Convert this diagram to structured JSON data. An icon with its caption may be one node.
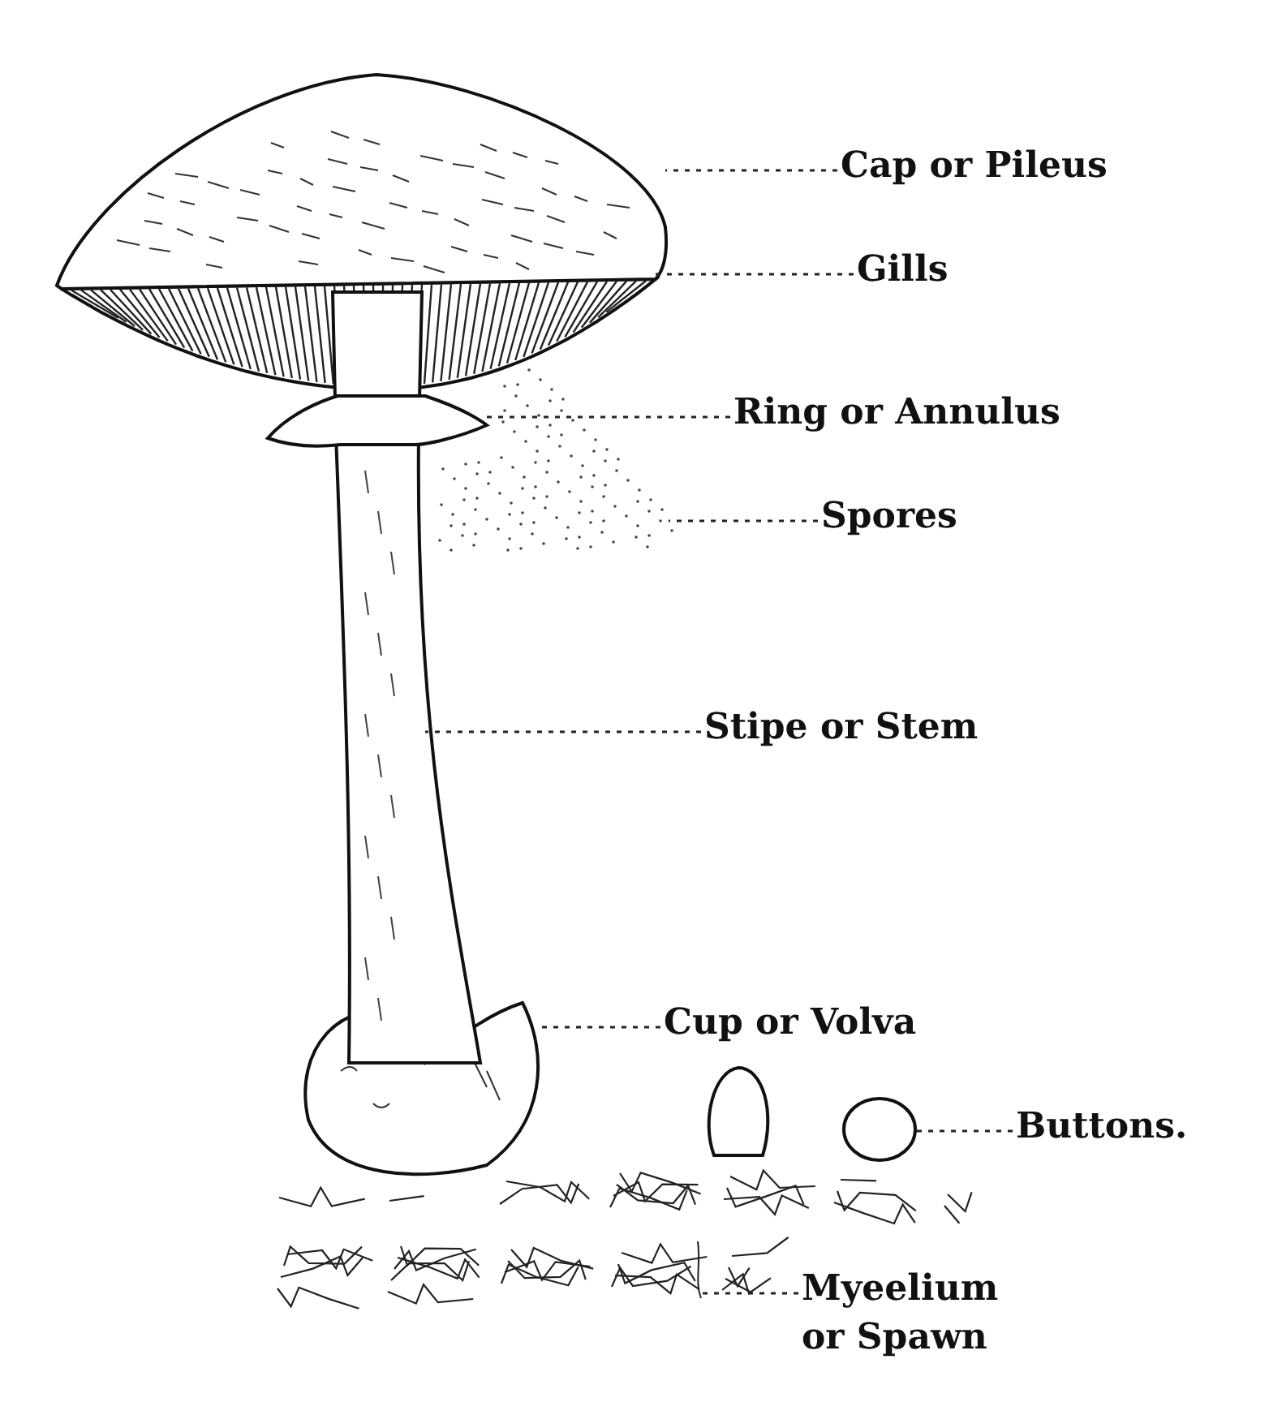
{
  "diagram": {
    "nodes": [
      {
        "text": [
          "Cap or Pileus"
        ]
      },
      {
        "text": [
          "Gills"
        ]
      },
      {
        "text": [
          "Ring or Annulus"
        ]
      },
      {
        "text": [
          "Spores"
        ]
      },
      {
        "text": [
          "Stipe or Stem"
        ]
      },
      {
        "text": [
          "Cup or Volva"
        ]
      },
      {
        "text": [
          "Buttons."
        ]
      },
      {
        "text": [
          "Myeelium or Spawn"
        ]
      },
      {
        "text": [],
        "shape": "picture"
      },
      {
        "text": [],
        "shape": "picture"
      },
      {
        "text": [],
        "shape": "picture"
      },
      {
        "text": [],
        "shape": "picture"
      },
      {
        "text": [],
        "shape": "picture"
      },
      {
        "text": [],
        "shape": "picture"
      },
      {
        "text": [],
        "shape": "picture"
      },
      {
        "text": [],
        "shape": "picture"
      }
    ],
    "edges": [
      {
        "from": 0,
        "to": 8,
        "arrow": "none"
      },
      {
        "from": 1,
        "to": 9,
        "arrow": "none"
      },
      {
        "from": 2,
        "to": 10,
        "arrow": "none"
      },
      {
        "from": 3,
        "to": 11,
        "arrow": "none"
      },
      {
        "from": 4,
        "to": 12,
        "arrow": "none"
      },
      {
        "from": 5,
        "to": 13,
        "arrow": "none"
      },
      {
        "from": 6,
        "to": 14,
        "arrow": "none"
      },
      {
        "from": 7,
        "to": 15,
        "arrow": "none"
      }
    ]
  }
}
